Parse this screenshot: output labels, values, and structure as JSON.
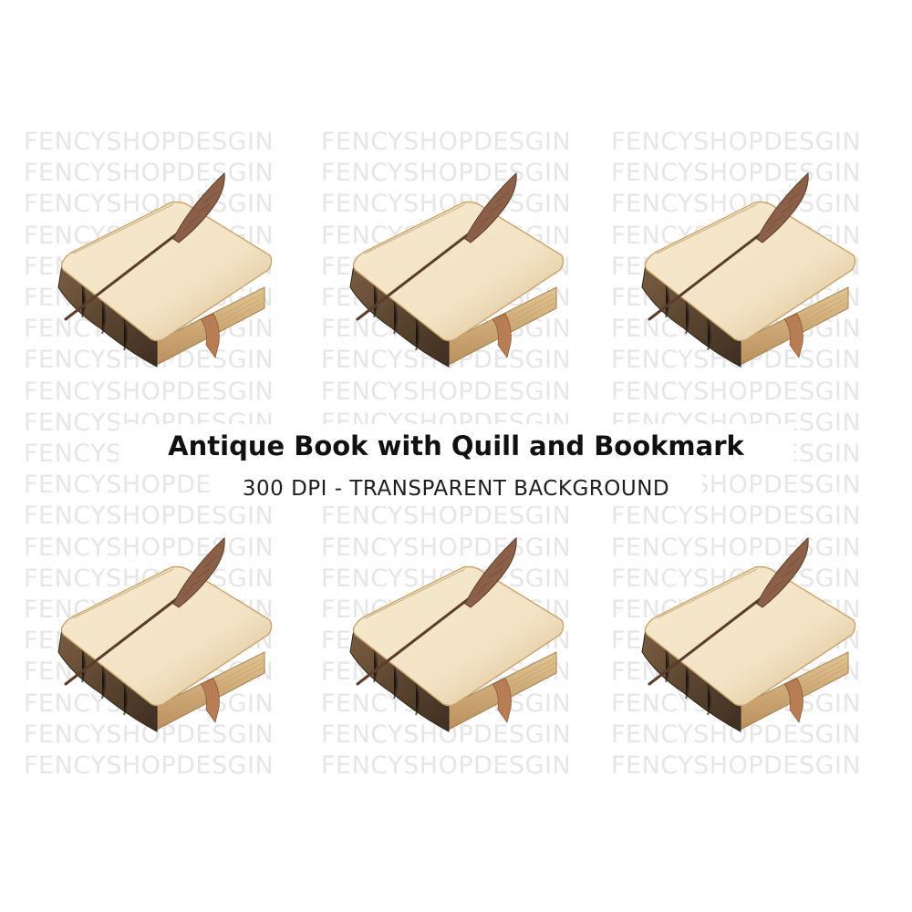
{
  "watermark": {
    "text": "FENCYSHOPDESGIN",
    "color": "#e6e6e6"
  },
  "title": "Antique Book with Quill and Bookmark",
  "subtitle": "300 DPI - TRANSPARENT BACKGROUND",
  "illustrations": [
    {
      "name": "book-with-quill-1"
    },
    {
      "name": "book-with-quill-2"
    },
    {
      "name": "book-with-quill-3"
    },
    {
      "name": "book-with-quill-4"
    },
    {
      "name": "book-with-quill-5"
    },
    {
      "name": "book-with-quill-6"
    }
  ],
  "colors": {
    "background": "#ffffff",
    "page": "#f3e3c4",
    "leather": "#5b4530",
    "quill": "#8a6148",
    "bookmark": "#b97d55",
    "title_text": "#111111"
  }
}
